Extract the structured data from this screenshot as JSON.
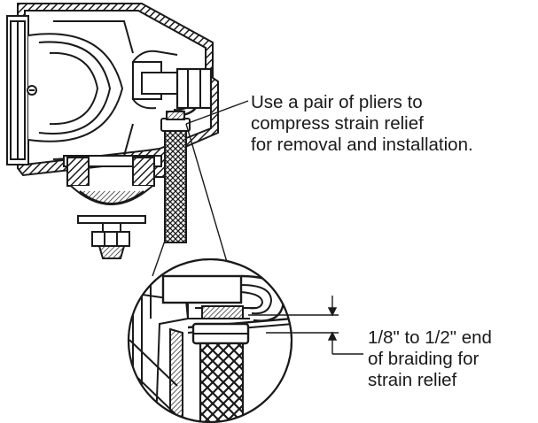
{
  "callouts": {
    "pliers": {
      "lines": [
        "Use a pair of pliers to",
        "compress strain relief",
        "for removal and installation."
      ]
    },
    "braiding": {
      "lines": [
        "1/8\" to 1/2\" end",
        "of braiding for",
        "strain relief"
      ]
    }
  },
  "colors": {
    "ink": "#1a1a1a",
    "background": "#ffffff"
  }
}
